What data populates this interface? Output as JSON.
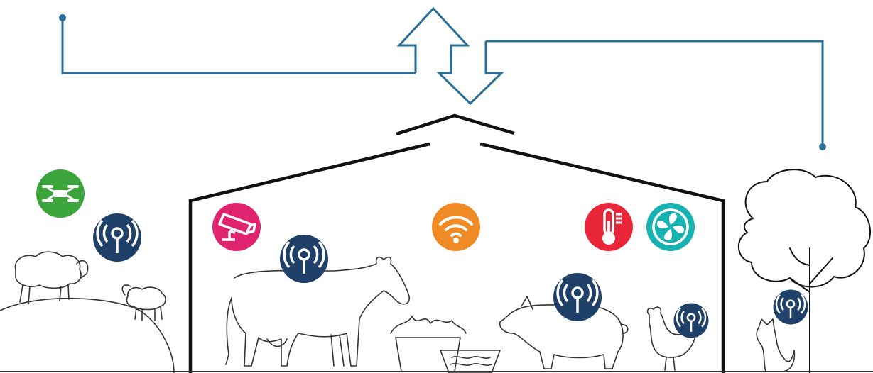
{
  "diagram": {
    "colors": {
      "connector": "#2a6f97",
      "node_sensor": "#1f4068",
      "drone": "#3ba53b",
      "camera": "#e0236e",
      "wifi": "#f08a24",
      "thermometer": "#e8263a",
      "fan": "#16b3b0",
      "outline": "#111111"
    },
    "icons": [
      {
        "name": "drone-icon",
        "color": "drone"
      },
      {
        "name": "sensor-icon",
        "color": "node_sensor"
      },
      {
        "name": "camera-icon",
        "color": "camera"
      },
      {
        "name": "wifi-icon",
        "color": "wifi"
      },
      {
        "name": "thermometer-icon",
        "color": "thermometer"
      },
      {
        "name": "fan-icon",
        "color": "fan"
      }
    ],
    "scene": [
      "sheep",
      "barn",
      "cow",
      "pig",
      "chicken",
      "feed-trough",
      "water-trough",
      "tree",
      "cat"
    ]
  }
}
